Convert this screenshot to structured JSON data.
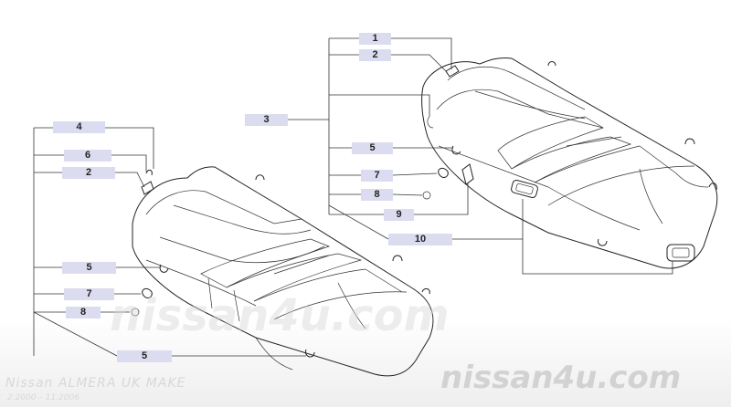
{
  "callouts": {
    "left": {
      "c4": "4",
      "c6": "6",
      "c2": "2",
      "c5a": "5",
      "c7": "7",
      "c8": "8",
      "c5b": "5"
    },
    "right": {
      "c1": "1",
      "c2": "2",
      "c3": "3",
      "c5": "5",
      "c7": "7",
      "c8": "8",
      "c9": "9",
      "c10": "10"
    }
  },
  "footer": {
    "model": "Nissan ALMERA UK MAKE",
    "dates": "2.2000 – 11.2006"
  },
  "watermark": {
    "center": "nissan4u.com",
    "corner": "nissan4u.com"
  },
  "colors": {
    "callout_fill": "#dcdcf0",
    "line": "#222222",
    "watermark": "#c8c8c8"
  }
}
